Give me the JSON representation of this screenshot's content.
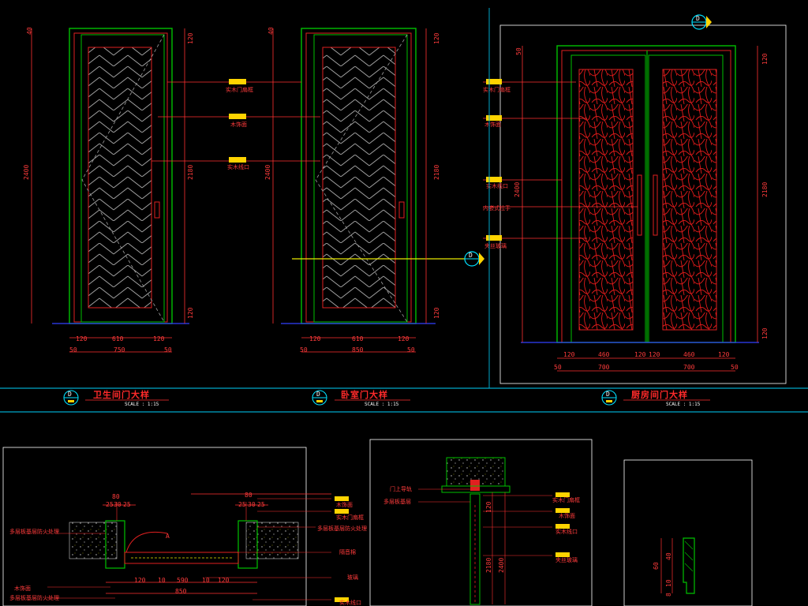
{
  "colors": {
    "background": "#000000",
    "frame": "#00c000",
    "door_red": "#e02020",
    "dimension": "#ff3030",
    "title_bar": "#00a6c8",
    "tag_yellow": "#ffd400",
    "marker_cyan": "#00e0ff",
    "pattern_grey": "#9a9a9a"
  },
  "panels": {
    "bathroom": {
      "title": "卫生间门大样",
      "scale": "SCALE : 1:15",
      "height_total": "2400",
      "height_leaf": "2180",
      "top_dim": "120",
      "bottom_dim": "120",
      "top_small": "40",
      "widths": [
        "120",
        "610",
        "120"
      ],
      "total_width": "750",
      "edge_dims": [
        "50",
        "50"
      ],
      "marker": "D"
    },
    "bedroom": {
      "title": "卧室门大样",
      "scale": "SCALE : 1:15",
      "height_total": "2400",
      "height_leaf": "2180",
      "top_dim": "120",
      "bottom_dim": "120",
      "top_small": "40",
      "widths": [
        "120",
        "610",
        "120"
      ],
      "total_width": "850",
      "edge_dims": [
        "50",
        "50"
      ],
      "marker": "D"
    },
    "kitchen": {
      "title": "厨房间门大样",
      "scale": "SCALE : 1:15",
      "height_total": "2400",
      "height_leaf": "2180",
      "top_dim": "120",
      "bottom_dim": "120",
      "top_small": "50",
      "widths": [
        "120",
        "460",
        "120",
        "120",
        "460",
        "120"
      ],
      "halves": [
        "700",
        "700"
      ],
      "edge_dims": [
        "50",
        "50"
      ],
      "marker": "D"
    }
  },
  "callouts_middle": [
    "实木门扇框",
    "木饰面",
    "实木线口"
  ],
  "callouts_kitchen": [
    "实木门扇框",
    "木饰面",
    "实木线口",
    "内嵌式拉手",
    "夹丝玻璃"
  ],
  "section_markers": [
    "D",
    "D"
  ],
  "plan_section": {
    "top_dims": [
      "80",
      "25",
      "30",
      "25"
    ],
    "top_dims_right": [
      "80",
      "25",
      "30",
      "25"
    ],
    "labels_left": [
      "多层板基层防火处理",
      "木饰面",
      "多层板基层防火处理"
    ],
    "labels_right": [
      "木饰面",
      "实木门扇框",
      "多层板基层防火处理",
      "隔音棉",
      "玻璃",
      "实木线口"
    ],
    "bottom_dims": [
      "120",
      "10",
      "590",
      "10",
      "120"
    ],
    "bottom_total": "850",
    "marker": "A"
  },
  "vertical_section": {
    "labels_left": [
      "门上导轨",
      "多层板基层"
    ],
    "labels_right": [
      "实木门扇框",
      "木饰面",
      "实木线口",
      "夹丝玻璃"
    ],
    "dims": [
      "120",
      "2180",
      "2400"
    ]
  },
  "detail_profile": {
    "dims": [
      "60",
      "40",
      "10",
      "8"
    ]
  }
}
